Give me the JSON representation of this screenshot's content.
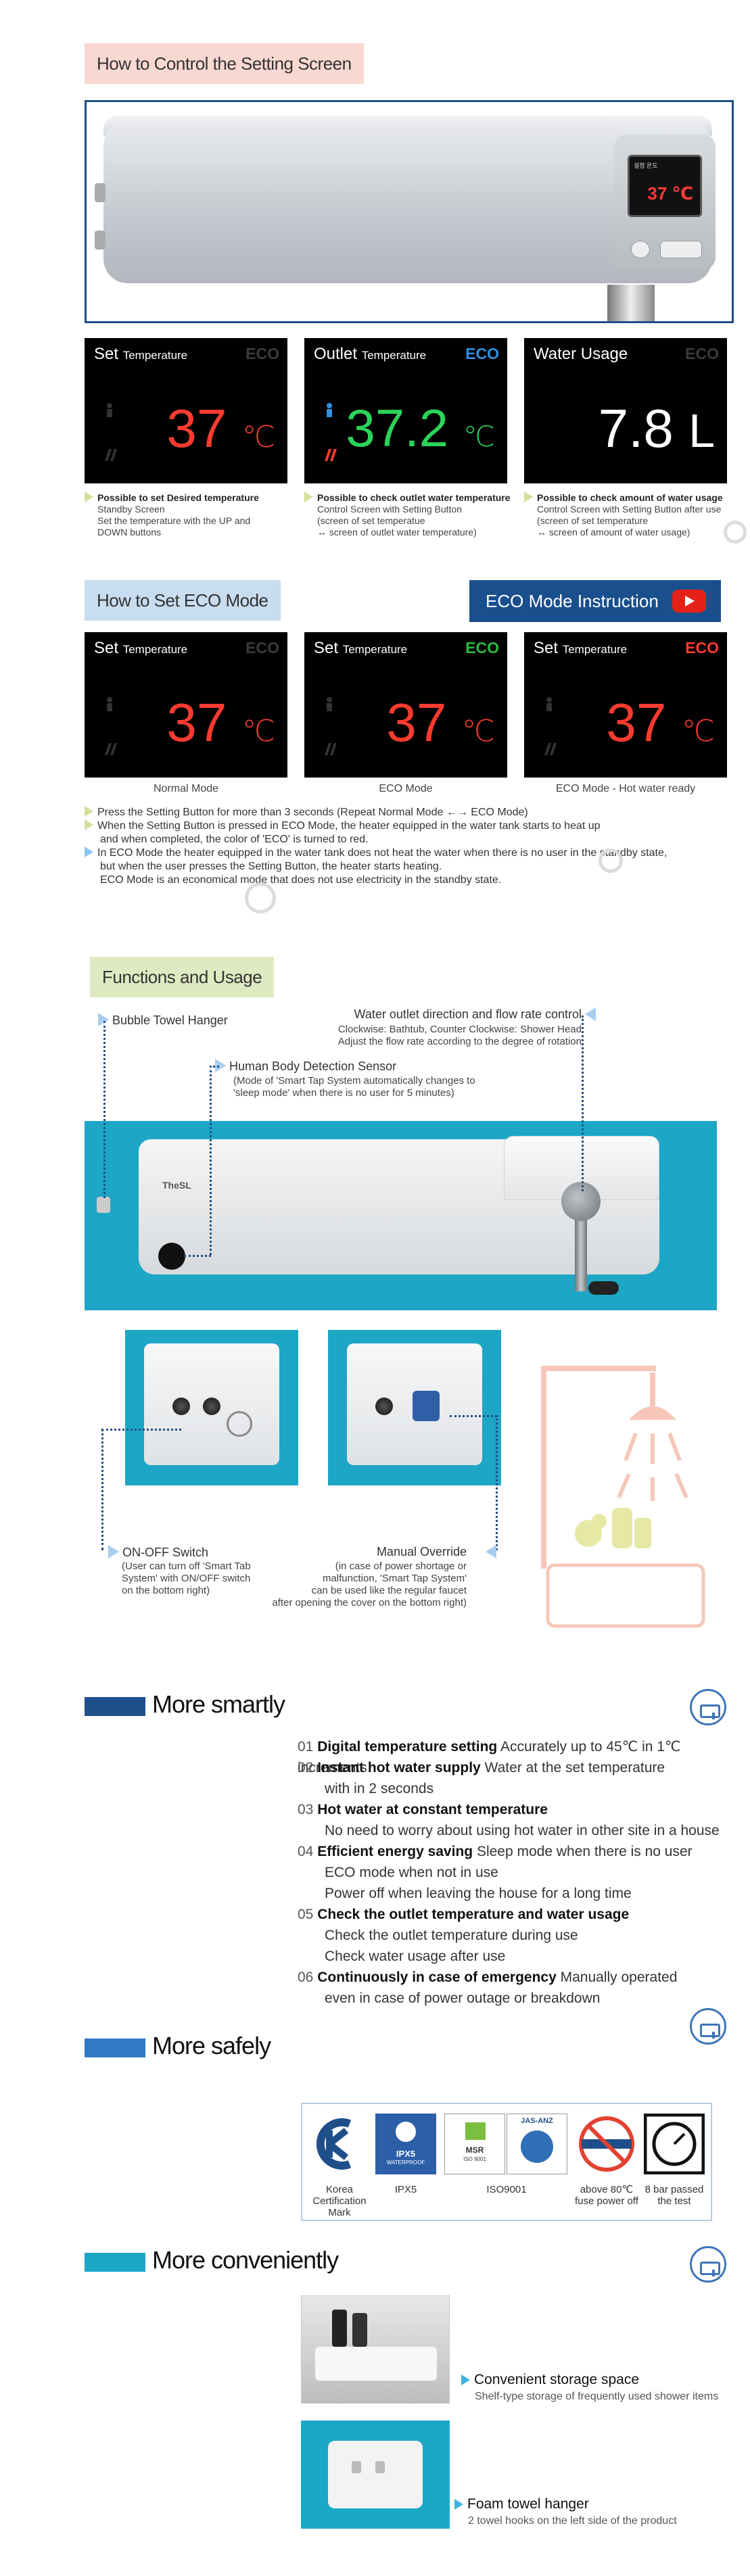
{
  "section1": {
    "title": "How to Control the Setting Screen",
    "device_screen_small": "설정 온도",
    "device_screen_temp": "37 ℃"
  },
  "screens_top": [
    {
      "head": "Set",
      "head_small": "Temperature",
      "eco": "ECO",
      "value": "37",
      "unit": "℃",
      "caption_bold": "Possible to set Desired temperature",
      "caption_lines": [
        "Standby Screen",
        "Set the temperature with the UP and",
        "DOWN buttons"
      ]
    },
    {
      "head": "Outlet",
      "head_small": "Temperature",
      "eco": "ECO",
      "value": "37.2",
      "unit": "℃",
      "caption_bold": "Possible to check outlet water temperature",
      "caption_lines": [
        "Control Screen with Setting Button",
        "(screen of set temperatue",
        "↔ screen of outlet water temperature)"
      ]
    },
    {
      "head": "Water Usage",
      "head_small": "",
      "eco": "ECO",
      "value": "7.8",
      "unit": "L",
      "caption_bold": "Possible to check amount of water usage",
      "caption_lines": [
        "Control Screen with Setting Button after use",
        "(screen of set temperature",
        "↔ screen of amount of water usage)"
      ]
    }
  ],
  "section2": {
    "title": "How to Set ECO Mode",
    "button": "ECO Mode Instruction",
    "screens": [
      {
        "head": "Set",
        "head_small": "Temperature",
        "eco": "ECO",
        "value": "37",
        "unit": "℃",
        "label": "Normal Mode"
      },
      {
        "head": "Set",
        "head_small": "Temperature",
        "eco": "ECO",
        "value": "37",
        "unit": "℃",
        "label": "ECO Mode"
      },
      {
        "head": "Set",
        "head_small": "Temperature",
        "eco": "ECO",
        "value": "37",
        "unit": "℃",
        "label": "ECO Mode - Hot water ready"
      }
    ],
    "notes": [
      "Press the Setting Button for more than 3 seconds (Repeat Normal Mode ←→ ECO Mode)",
      "When the Setting Button is pressed in ECO Mode, the heater equipped in the water tank starts to heat up",
      "and when completed, the color of 'ECO' is turned to red.",
      "In ECO Mode the heater equipped in the water tank does not heat the water when there is no user in the standby state,",
      "but when the user presses the Setting Button, the heater starts heating.",
      "ECO Mode is an economical mode that does not use electricity in the standby state."
    ]
  },
  "section3": {
    "title": "Functions and Usage",
    "towel": "Bubble Towel Hanger",
    "outlet_title": "Water outlet direction and flow rate control",
    "outlet_lines": [
      "Clockwise: Bathtub, Counter Clockwise: Shower Head",
      "Adjust the flow rate according to the degree of rotation"
    ],
    "sensor_title": "Human Body Detection Sensor",
    "sensor_lines": [
      "(Mode of 'Smart Tap System automatically changes to",
      "'sleep mode' when there is no user for 5 minutes)"
    ],
    "brand": "TheSL",
    "onoff_title": "ON-OFF Switch",
    "onoff_lines": [
      "(User can turn off 'Smart Tab",
      "System' with ON/OFF switch",
      "on the bottom right)"
    ],
    "manual_title": "Manual Override",
    "manual_lines": [
      "(in case of power shortage or",
      "malfunction, 'Smart Tap System'",
      "can be used like the regular faucet",
      "after opening the cover on the bottom right)"
    ]
  },
  "section4": {
    "title": "More smartly",
    "features": [
      {
        "num": "01",
        "bold": "Digital temperature setting",
        "text": " Accurately up to 45℃ in 1℃ increments",
        "extra": []
      },
      {
        "num": "02",
        "bold": "Instant hot water supply",
        "text": " Water at the set temperature",
        "extra": [
          "with in 2 seconds"
        ]
      },
      {
        "num": "03",
        "bold": "Hot water at constant temperature",
        "text": "",
        "extra": [
          "No need to worry about using hot water in other site in a house"
        ]
      },
      {
        "num": "04",
        "bold": "Efficient energy saving",
        "text": " Sleep mode when there is no user",
        "extra": [
          "ECO mode when not in use",
          "Power off when leaving the house for a long time"
        ]
      },
      {
        "num": "05",
        "bold": "Check the outlet temperature and water usage",
        "text": "",
        "extra": [
          "Check the outlet temperature during use",
          "Check water usage after use"
        ]
      },
      {
        "num": "06",
        "bold": "Continuously in case of emergency",
        "text": " Manually operated",
        "extra": [
          "even in case of power outage or breakdown"
        ]
      }
    ]
  },
  "section5": {
    "title": "More safely",
    "certs": [
      {
        "icon": "kc-mark-icon",
        "label_lines": [
          "Korea",
          "Certification",
          "Mark"
        ]
      },
      {
        "icon": "ipx5-icon",
        "badge": "IPX5",
        "badge_sub": "WATERPROOF",
        "label_lines": [
          "IPX5"
        ]
      },
      {
        "icon": "iso-icon",
        "label_lines": [
          "ISO9001"
        ],
        "badge": "MSR",
        "badge_sub": "ISO 9001"
      },
      {
        "icon": "jasanz-icon",
        "badge": "JAS-ANZ",
        "label_lines": []
      },
      {
        "icon": "fuse-icon",
        "label_lines": [
          "above 80℃",
          "fuse power off"
        ]
      },
      {
        "icon": "pressure-gauge-icon",
        "label_lines": [
          "8 bar passed",
          "the test"
        ]
      }
    ]
  },
  "section6": {
    "title": "More conveniently",
    "items": [
      {
        "title": "Convenient storage space",
        "sub": "Shelf-type storage of frequently used shower items"
      },
      {
        "title": "Foam towel hanger",
        "sub": "2 towel hooks on the left side of the product"
      }
    ]
  },
  "colors": {
    "navy": "#1f4f8a",
    "teal": "#1da6c6",
    "eco_green": "#2dbb3d",
    "eco_red": "#ff3b30",
    "eco_blue": "#2f8fe0"
  }
}
